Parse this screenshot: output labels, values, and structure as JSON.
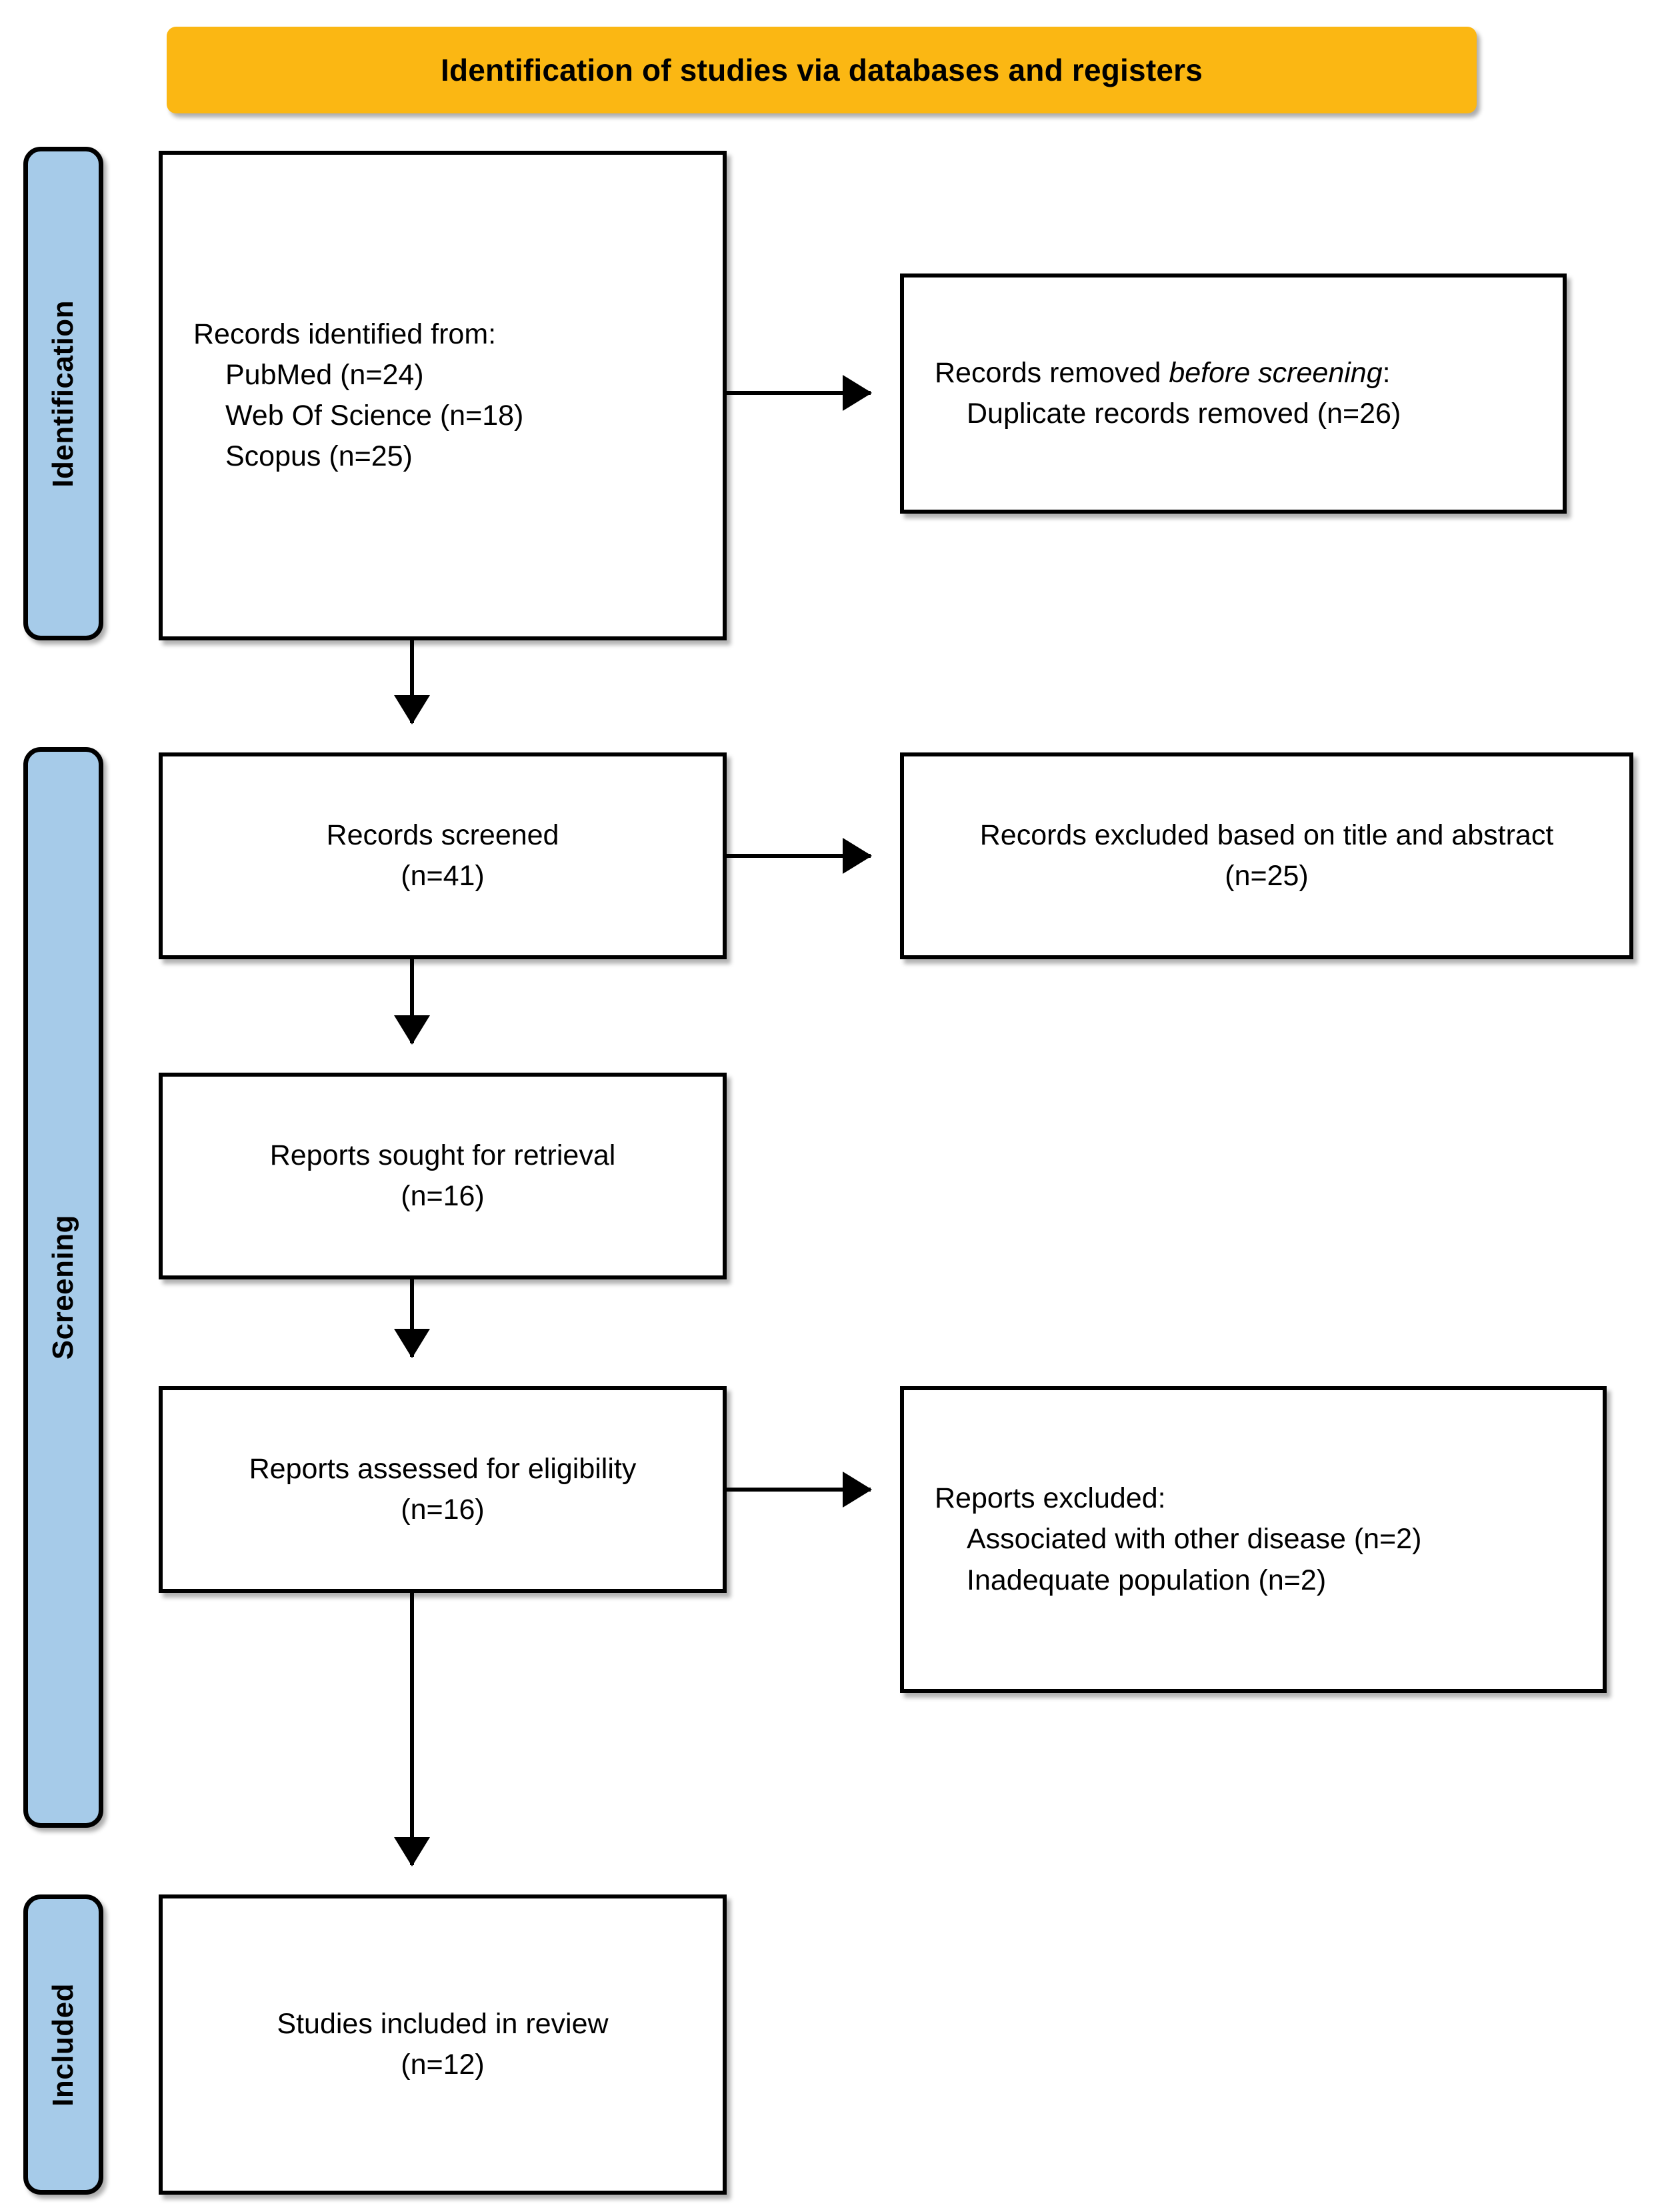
{
  "banner": {
    "title": "Identification of studies via databases and registers",
    "background_color": "#FBB713"
  },
  "stages": {
    "identification": "Identification",
    "screening": "Screening",
    "included": "Included",
    "pill_color": "#A6CBE9"
  },
  "boxes": {
    "identified": {
      "heading": "Records identified from:",
      "items": [
        "PubMed (n=24)",
        "Web Of Science (n=18)",
        "Scopus (n=25)"
      ]
    },
    "removed": {
      "heading_prefix": "Records removed ",
      "heading_italic": "before screening",
      "heading_suffix": ":",
      "items": [
        "Duplicate records removed (n=26)"
      ]
    },
    "screened": {
      "label": "Records screened",
      "count": "(n=41)"
    },
    "excluded_title_abstract": {
      "label": "Records excluded based on title and abstract",
      "count": "(n=25)"
    },
    "sought": {
      "label": "Reports sought for retrieval",
      "count": "(n=16)"
    },
    "assessed": {
      "label": "Reports assessed for eligibility",
      "count": "(n=16)"
    },
    "reports_excluded": {
      "heading": "Reports excluded:",
      "items": [
        "Associated with other disease (n=2)",
        "Inadequate population (n=2)"
      ]
    },
    "included": {
      "label": "Studies included in review",
      "count": "(n=12)"
    }
  }
}
